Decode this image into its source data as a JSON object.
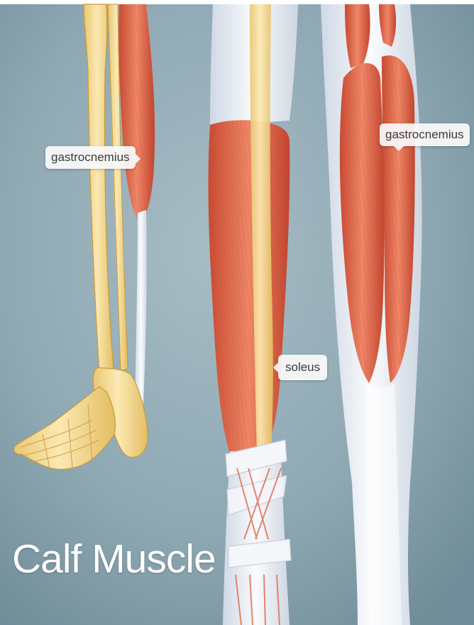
{
  "title": "Calf Muscle",
  "labels": {
    "gastrocnemius_side": "gastrocnemius",
    "gastrocnemius_back": "gastrocnemius",
    "soleus": "soleus"
  },
  "colors": {
    "background": "#8fa8b3",
    "muscle": "#e0674a",
    "bone": "#f1d78c",
    "tendon": "#eef1f6",
    "title_text": "#ffffff"
  }
}
